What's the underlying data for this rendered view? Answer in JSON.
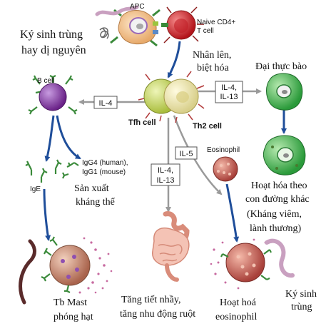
{
  "labels": {
    "apc": "APC",
    "naive_cd4_line1": "Naive CD4+",
    "naive_cd4_line2": "T cell",
    "parasite_allergen_line1": "Ký sinh trùng",
    "parasite_allergen_line2": "hay dị nguyên",
    "proliferate_line1": "Nhân lên,",
    "proliferate_line2": "biệt hóa",
    "macrophage": "Đại thực bào",
    "b_cell": "B cell",
    "il4_to_b": "IL-4",
    "tfh_cell": "Tfh cell",
    "th2_cell": "Th2 cell",
    "il4_il13_top_line1": "IL-4,",
    "il4_il13_top_line2": "IL-13",
    "il5": "IL-5",
    "eosinophil": "Eosinophil",
    "il4_il13_mid_line1": "IL-4,",
    "il4_il13_mid_line2": "IL-13",
    "ige": "IgE",
    "igg4_line1": "IgG4 (human),",
    "igg4_line2": "IgG1 (mouse)",
    "antibody_line1": "Sản xuất",
    "antibody_line2": "kháng thể",
    "alt_activation_line1": "Hoạt hóa theo",
    "alt_activation_line2": "con đường khác",
    "alt_activation_line3": "(Kháng viêm,",
    "alt_activation_line4": "lành thương)",
    "mast_line1": "Tb Mast",
    "mast_line2": "phóng hạt",
    "gut_line1": "Tăng tiết nhầy,",
    "gut_line2": "tăng nhu động ruột",
    "eos_act_line1": "Hoạt hoá",
    "eos_act_line2": "eosinophil",
    "parasite_line1": "Ký sinh",
    "parasite_line2": "trùng"
  },
  "colors": {
    "arrow_blue": "#1f4e9a",
    "arrow_gray": "#9a9a9a",
    "apc_body": "#f2c79a",
    "naive_t": "#d9262b",
    "b_cell": "#8b3fa8",
    "tfh": "#c9d86a",
    "th2": "#eee8b0",
    "macrophage": "#39b54a",
    "eosinophil": "#c45a4a",
    "mast": "#c9876a",
    "gut": "#f1b7a8",
    "parasite": "#c9a0c0"
  }
}
